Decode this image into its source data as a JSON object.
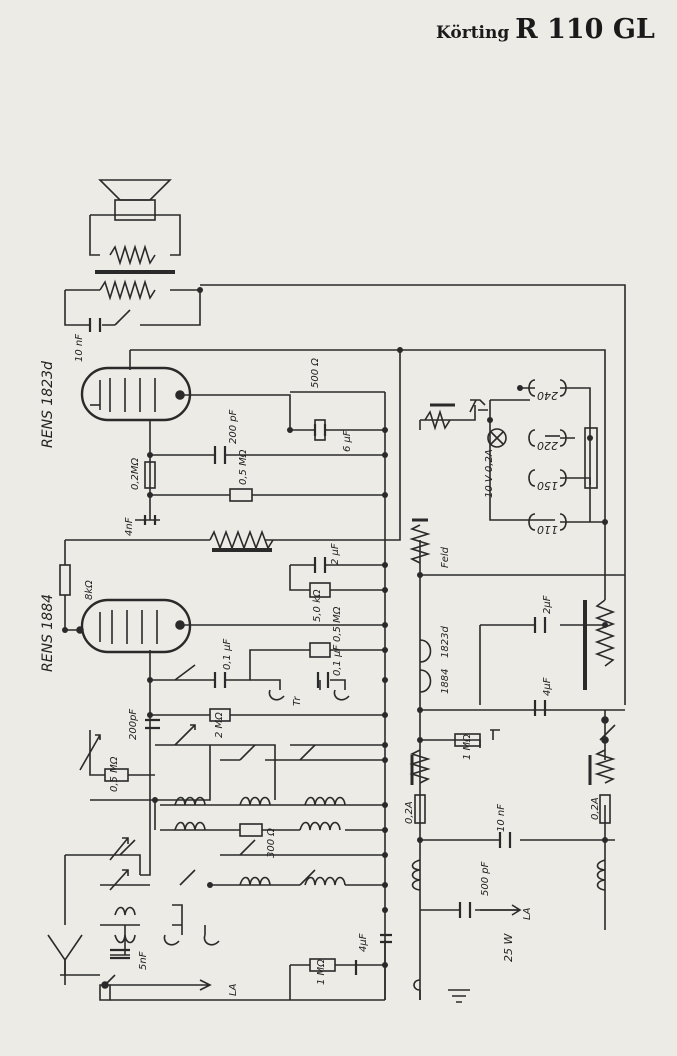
{
  "header": {
    "brand": "Körting",
    "model": "R 110 GL"
  },
  "tubes": {
    "output": "RENS 1823d",
    "input": "RENS 1884"
  },
  "labels": {
    "c10nf_top": "10 nF",
    "r500": "500 Ω",
    "c6uf": "6 μF",
    "c200pf_a": "200 pF",
    "r02": "0,2MΩ",
    "r05_a": "0,5 MΩ",
    "c4nf": "4nF",
    "r8k": "8kΩ",
    "c2uf_a": "2 μF",
    "r50k": "5,0 kΩ",
    "r05_b": "0,5 MΩ",
    "c01_a": "0,1 μF",
    "c01_b": "0,1 μF",
    "tr": "Tr",
    "r2m": "2 MΩ",
    "c200pf_b": "200pF",
    "r05_c": "0,5 MΩ",
    "r300": "300 Ω",
    "c5nf": "5nF",
    "la_a": "LA",
    "r1m_a": "1 MΩ",
    "c4uf_a": "4μF",
    "feld": "Feld",
    "tube_a": "1823d",
    "tube_b": "1884",
    "r1m_b": "1 MΩ",
    "fuse_a": "0,2A",
    "c10nf_b": "10 nF",
    "c500pf": "500 pF",
    "la_b": "LA",
    "power": "25 W",
    "c2uf_b": "2μF",
    "c4uf_b": "4μF",
    "fuse_b": "0,2A",
    "lamp": "10 V 0,2A",
    "v240": "240",
    "v220": "220",
    "v150": "150",
    "v110": "110"
  }
}
